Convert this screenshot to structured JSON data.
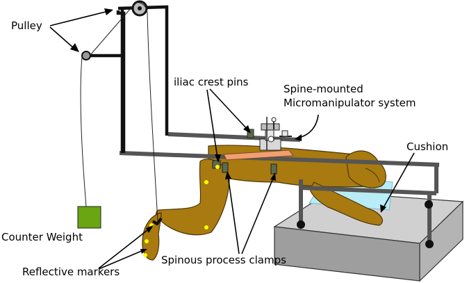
{
  "labels": {
    "pulley": "Pulley",
    "iliac": "iliac crest pins",
    "spine_line1": "Spine-mounted",
    "spine_line2": "Micromanipulator system",
    "cushion": "Cushion",
    "counter_weight": "Counter Weight",
    "reflective": "Reflective markers",
    "spinous": "Spinous process clamps"
  },
  "colors": {
    "monkey": "#a87a10",
    "monkey_outline": "#4a3408",
    "frame": "#555555",
    "weight": "#6aa512",
    "cushion": "#b8ecf6",
    "platform_top": "#d0d0d0",
    "platform_side": "#9e9e9e",
    "marker": "#ffff00",
    "clamp": "#5d6b4a",
    "plate": "#f0a070"
  }
}
